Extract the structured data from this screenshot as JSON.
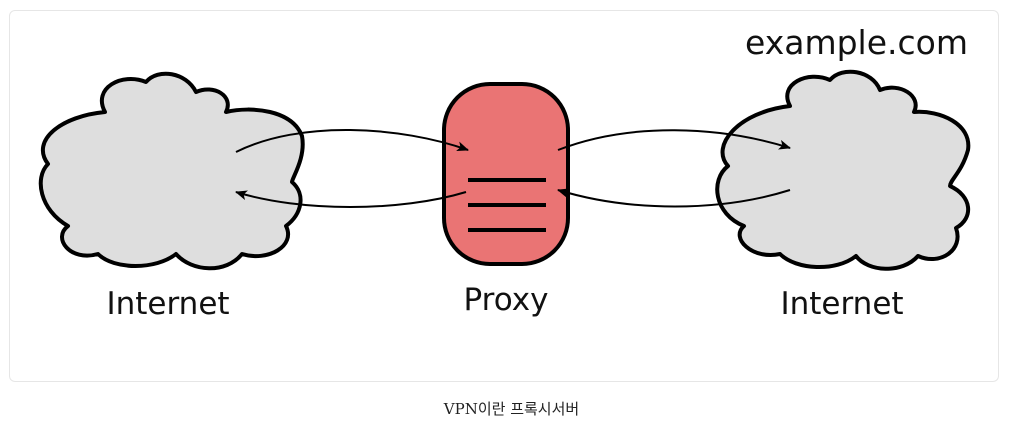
{
  "diagram": {
    "domain_label": "example.com",
    "left_node_label": "Internet",
    "center_node_label": "Proxy",
    "right_node_label": "Internet"
  },
  "colors": {
    "cloud_fill": "#dedede",
    "proxy_fill": "#ea7474",
    "stroke": "#000000"
  },
  "caption": "VPN이란 프록시서버"
}
